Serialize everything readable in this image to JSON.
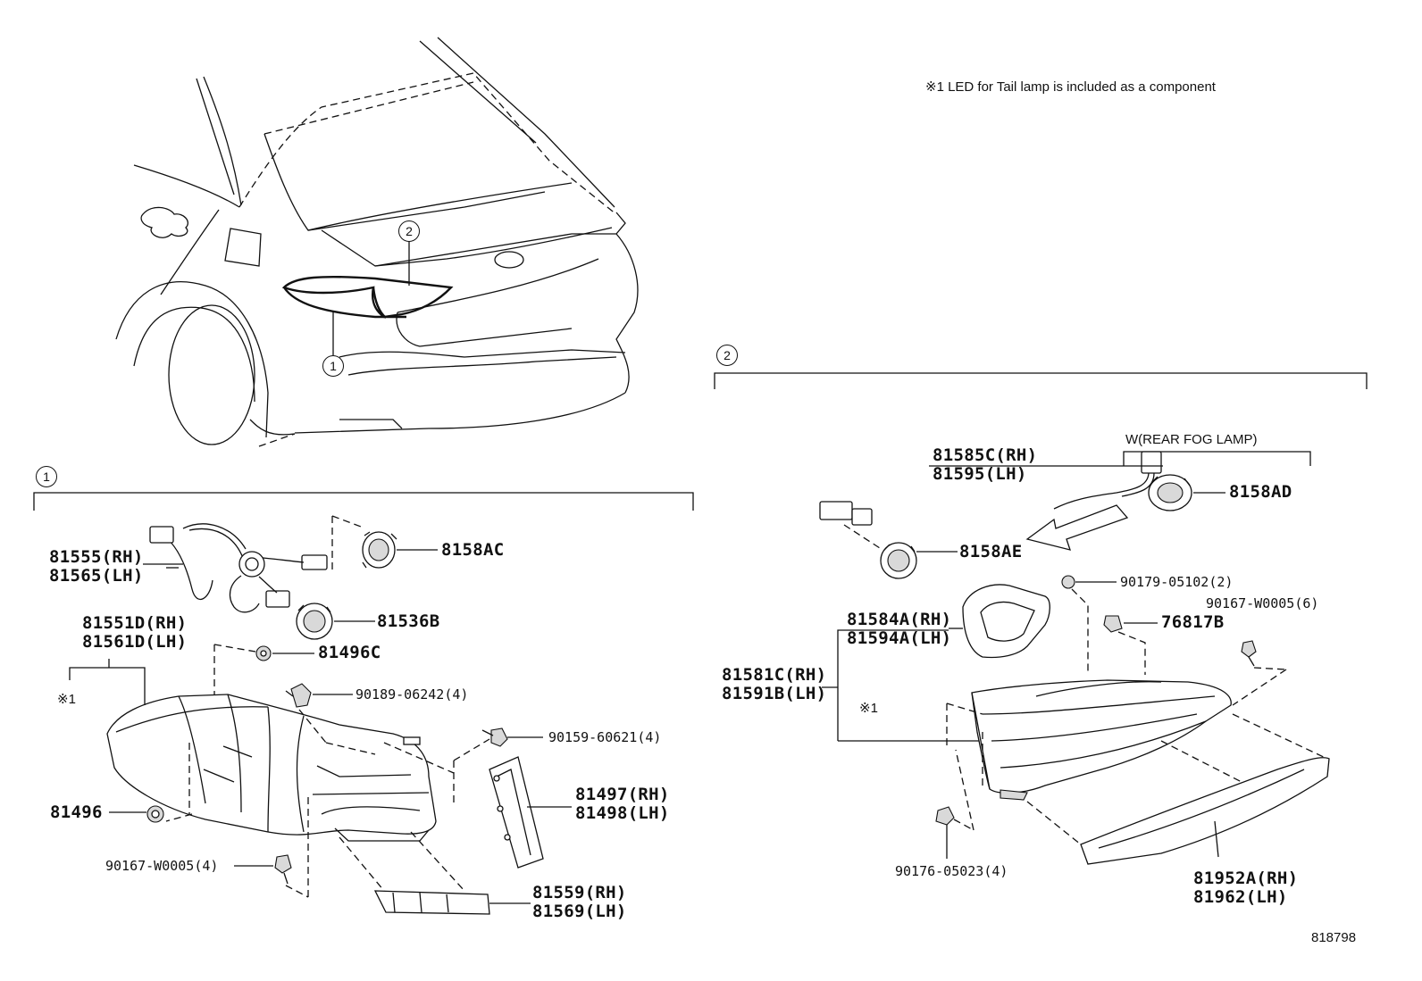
{
  "note": "※1 LED for Tail lamp is included as a component",
  "figure_number": "818798",
  "callouts": {
    "one": "1",
    "two": "2"
  },
  "asterisk_note": "※1",
  "section2_option": "W(REAR FOG LAMP)",
  "labels": {
    "p81555": [
      "81555(RH)",
      "81565(LH)"
    ],
    "p8158AC": "8158AC",
    "p81536B": "81536B",
    "p81551D": [
      "81551D(RH)",
      "81561D(LH)"
    ],
    "p81496C": "81496C",
    "p90189": "90189-06242(4)",
    "p90159": "90159-60621(4)",
    "p81497": [
      "81497(RH)",
      "81498(LH)"
    ],
    "p81496": "81496",
    "p90167a": "90167-W0005(4)",
    "p81559": [
      "81559(RH)",
      "81569(LH)"
    ],
    "p81585C": [
      "81585C(RH)",
      "81595(LH)"
    ],
    "p8158AD": "8158AD",
    "p8158AE": "8158AE",
    "p90179": "90179-05102(2)",
    "p90167b": "90167-W0005(6)",
    "p81584A": [
      "81584A(RH)",
      "81594A(LH)"
    ],
    "p76817B": "76817B",
    "p81581C": [
      "81581C(RH)",
      "81591B(LH)"
    ],
    "p90176": "90176-05023(4)",
    "p81952A": [
      "81952A(RH)",
      "81962(LH)"
    ]
  }
}
